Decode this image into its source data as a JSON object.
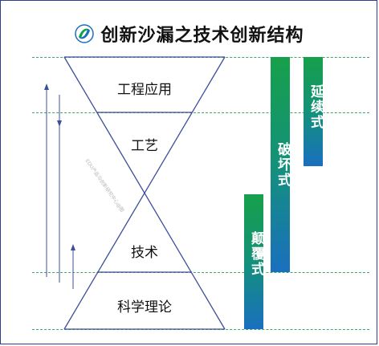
{
  "title": "创新沙漏之技术创新结构",
  "logo_icon": "leaf-swirl-logo",
  "levels": {
    "l1": "工程应用",
    "l2": "工艺",
    "l3": "技术",
    "l4": "科学理论"
  },
  "bars": {
    "extend": "延续式",
    "destroy": "破坏式",
    "disrupt": "颠覆式"
  },
  "watermark": "EDU产品与创新研究中心@图",
  "colors": {
    "bar_top": "#17a04a",
    "bar_bottom": "#1a6fbf",
    "lines": "#3d4f9a",
    "dash": "#3aa86a"
  }
}
